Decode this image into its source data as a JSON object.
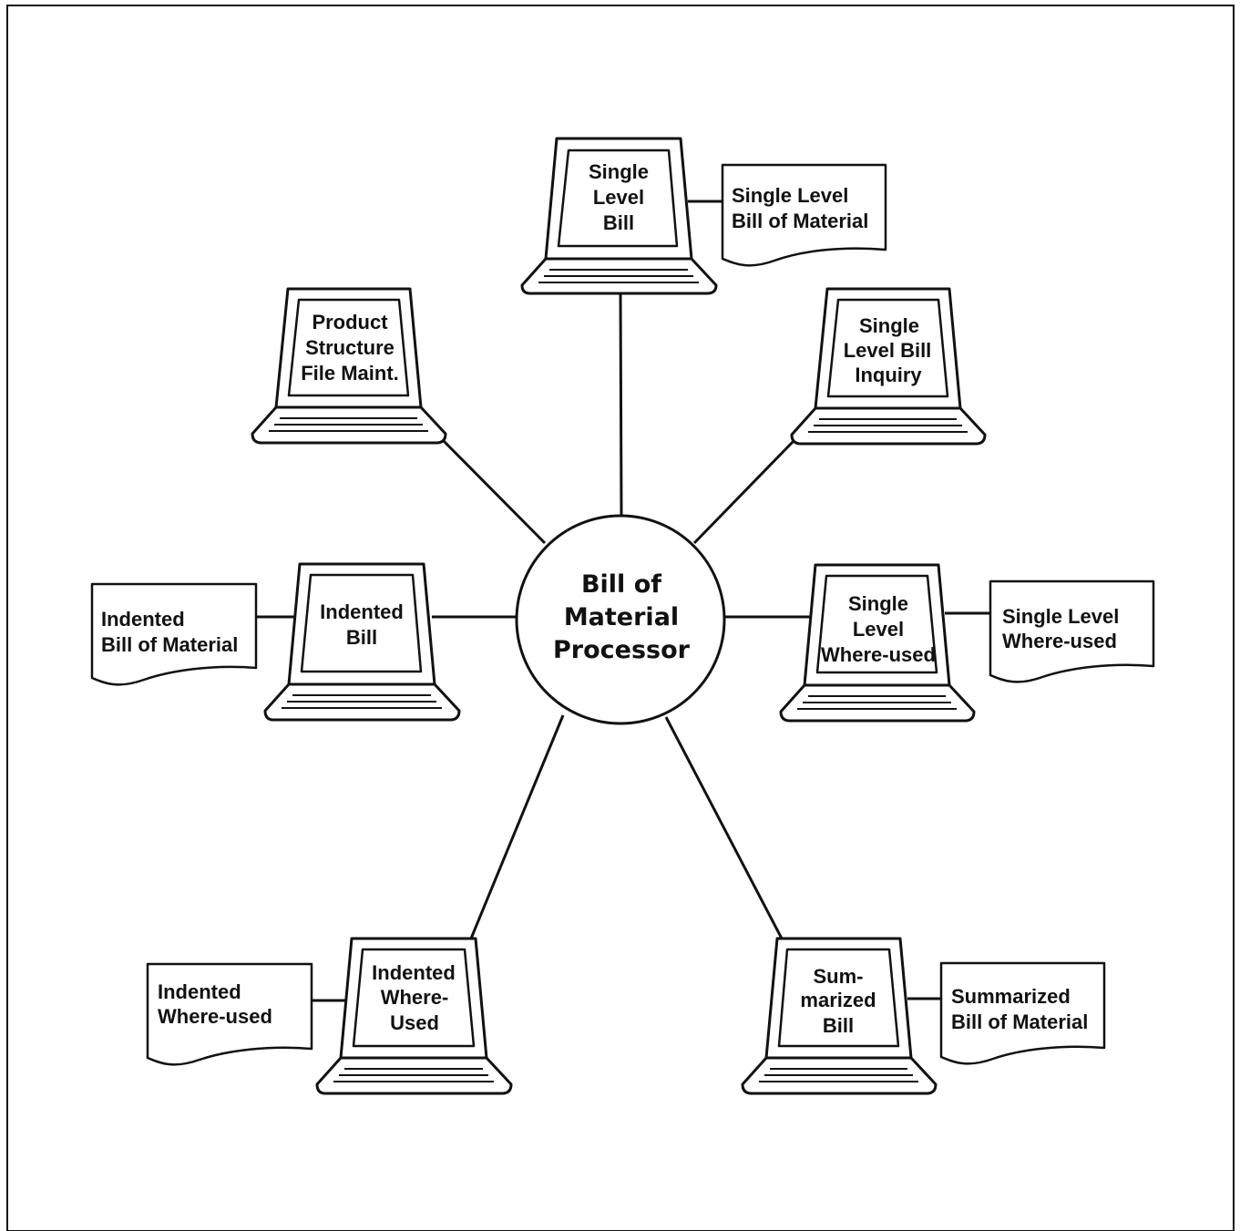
{
  "center": {
    "lines": [
      "Bill of",
      "Material",
      "Processor"
    ]
  },
  "terminals": [
    {
      "id": "single-level-bill",
      "lines": [
        "Single",
        "Level",
        "Bill"
      ]
    },
    {
      "id": "product-structure",
      "lines": [
        "Product",
        "Structure",
        "File Maint."
      ]
    },
    {
      "id": "single-level-bill-inquiry",
      "lines": [
        "Single",
        "Level Bill",
        "Inquiry"
      ]
    },
    {
      "id": "indented-bill",
      "lines": [
        "Indented",
        "Bill"
      ]
    },
    {
      "id": "single-level-where-used",
      "lines": [
        "Single",
        "Level",
        "Where-used"
      ]
    },
    {
      "id": "indented-where-used",
      "lines": [
        "Indented",
        "Where-",
        "Used"
      ]
    },
    {
      "id": "summarized-bill",
      "lines": [
        "Sum-",
        "marized",
        "Bill"
      ]
    }
  ],
  "reports": [
    {
      "id": "single-level-bom-report",
      "lines": [
        "Single Level",
        "Bill of Material"
      ]
    },
    {
      "id": "indented-bom-report",
      "lines": [
        "Indented",
        "Bill of Material"
      ]
    },
    {
      "id": "single-level-where-used-report",
      "lines": [
        "Single Level",
        "Where-used"
      ]
    },
    {
      "id": "indented-where-used-report",
      "lines": [
        "Indented",
        "Where-used"
      ]
    },
    {
      "id": "summarized-bom-report",
      "lines": [
        "Summarized",
        "Bill of Material"
      ]
    }
  ]
}
